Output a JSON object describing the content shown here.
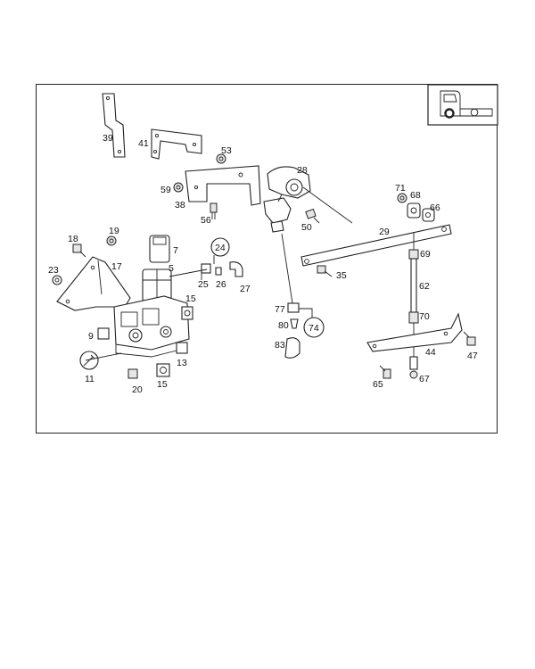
{
  "labels": {
    "l39": "39",
    "l41": "41",
    "l53": "53",
    "l28": "28",
    "l59": "59",
    "l38": "38",
    "l56": "56",
    "l50": "50",
    "l71": "71",
    "l68": "68",
    "l66": "66",
    "l29": "29",
    "l19": "19",
    "l18": "18",
    "l7": "7",
    "l24": "24",
    "l17": "17",
    "l5": "5",
    "l23": "23",
    "l25": "25",
    "l26": "26",
    "l27": "27",
    "l35": "35",
    "l69": "69",
    "l62": "62",
    "l15a": "15",
    "l77": "77",
    "l80": "80",
    "l74": "74",
    "l70": "70",
    "l9": "9",
    "l83": "83",
    "l44": "44",
    "l47": "47",
    "l11": "11",
    "l13": "13",
    "l67": "67",
    "l65": "65",
    "l20": "20",
    "l15b": "15"
  },
  "colors": {
    "line": "#222222",
    "background": "#ffffff",
    "shade": "#e6e6e6"
  },
  "icons": {
    "vehicle": "truck-side-view-icon",
    "wrench": "wrench-icon"
  }
}
